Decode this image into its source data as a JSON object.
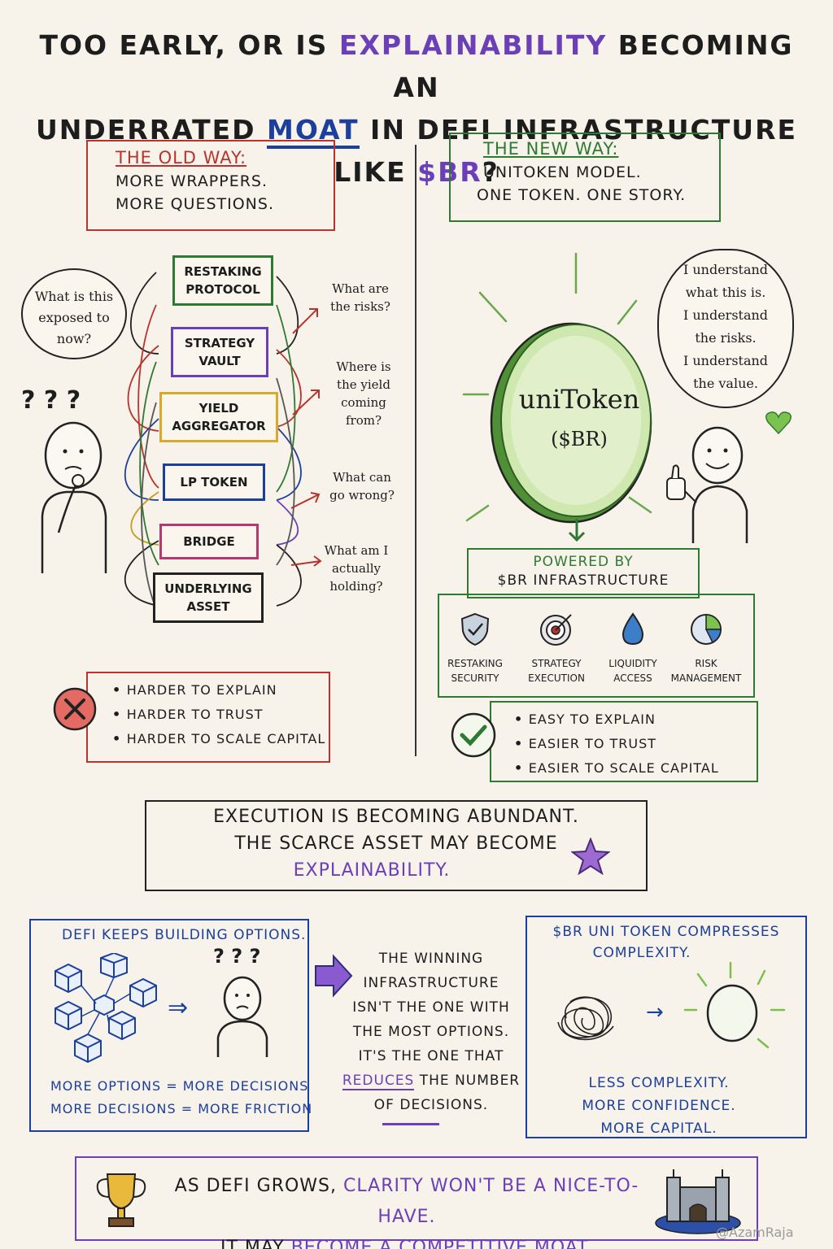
{
  "title": {
    "line1_a": "Too early, or is",
    "line1_b": "Explainability",
    "line1_c": "becoming an",
    "line2_a": "underrated",
    "line2_b": "moat",
    "line2_c": "in DeFi infrastructure like",
    "line2_d": "$BR",
    "line2_e": "?"
  },
  "old_way": {
    "heading": "The old way:",
    "line1": "More wrappers.",
    "line2": "More questions.",
    "bubble": "What is this exposed to now?",
    "question_marks": "? ? ?",
    "stack": [
      "Restaking Protocol",
      "Strategy Vault",
      "Yield Aggregator",
      "LP Token",
      "Bridge",
      "Underlying Asset"
    ],
    "questions": [
      "What are the risks?",
      "Where is the yield coming from?",
      "What can go wrong?",
      "What am I actually holding?"
    ],
    "cons": [
      "Harder to explain",
      "Harder to trust",
      "Harder to scale capital"
    ]
  },
  "new_way": {
    "heading": "The new way:",
    "line1": "uniToken model.",
    "line2": "One token. One story.",
    "bubble_lines": [
      "I understand",
      "what this is.",
      "I understand",
      "the risks.",
      "I understand",
      "the value."
    ],
    "token_name": "uniToken",
    "token_ticker": "($BR)",
    "powered_line1": "Powered by",
    "powered_line2": "$BR infrastructure",
    "features": [
      {
        "l1": "Restaking",
        "l2": "Security",
        "icon": "shield-icon"
      },
      {
        "l1": "Strategy",
        "l2": "Execution",
        "icon": "target-icon"
      },
      {
        "l1": "Liquidity",
        "l2": "Access",
        "icon": "droplet-icon"
      },
      {
        "l1": "Risk",
        "l2": "Management",
        "icon": "pie-chart-icon"
      }
    ],
    "pros": [
      "Easy to explain",
      "Easier to trust",
      "Easier to scale capital"
    ]
  },
  "middle": {
    "line1": "Execution is becoming abundant.",
    "line2": "The scarce asset may become",
    "line3": "Explainability."
  },
  "left_panel": {
    "heading": "DeFi keeps building options.",
    "eq1": "More options = more decisions",
    "eq2": "More decisions = more friction",
    "q_marks": "? ? ?"
  },
  "center_text": {
    "lines": [
      "The winning",
      "infrastructure",
      "isn't the one with",
      "the most options.",
      "It's the one that"
    ],
    "reduces": "reduces",
    "after_reduces": " the number",
    "last": "of decisions."
  },
  "right_panel": {
    "heading1": "$BR Uni Token compresses",
    "heading2": "complexity.",
    "lines": [
      "Less complexity.",
      "More confidence.",
      "More capital."
    ]
  },
  "footer": {
    "a": "As DeFi grows,",
    "b": "clarity won't be a nice-to-have.",
    "c": "It may",
    "d": "become a competitive moat.",
    "watermark": "@AzamRaja"
  },
  "colors": {
    "purple": "#6b3fb8",
    "blue": "#1b3f9c",
    "red": "#b8332d",
    "green": "#2f7a33",
    "token_green": "#c9e7a6"
  }
}
